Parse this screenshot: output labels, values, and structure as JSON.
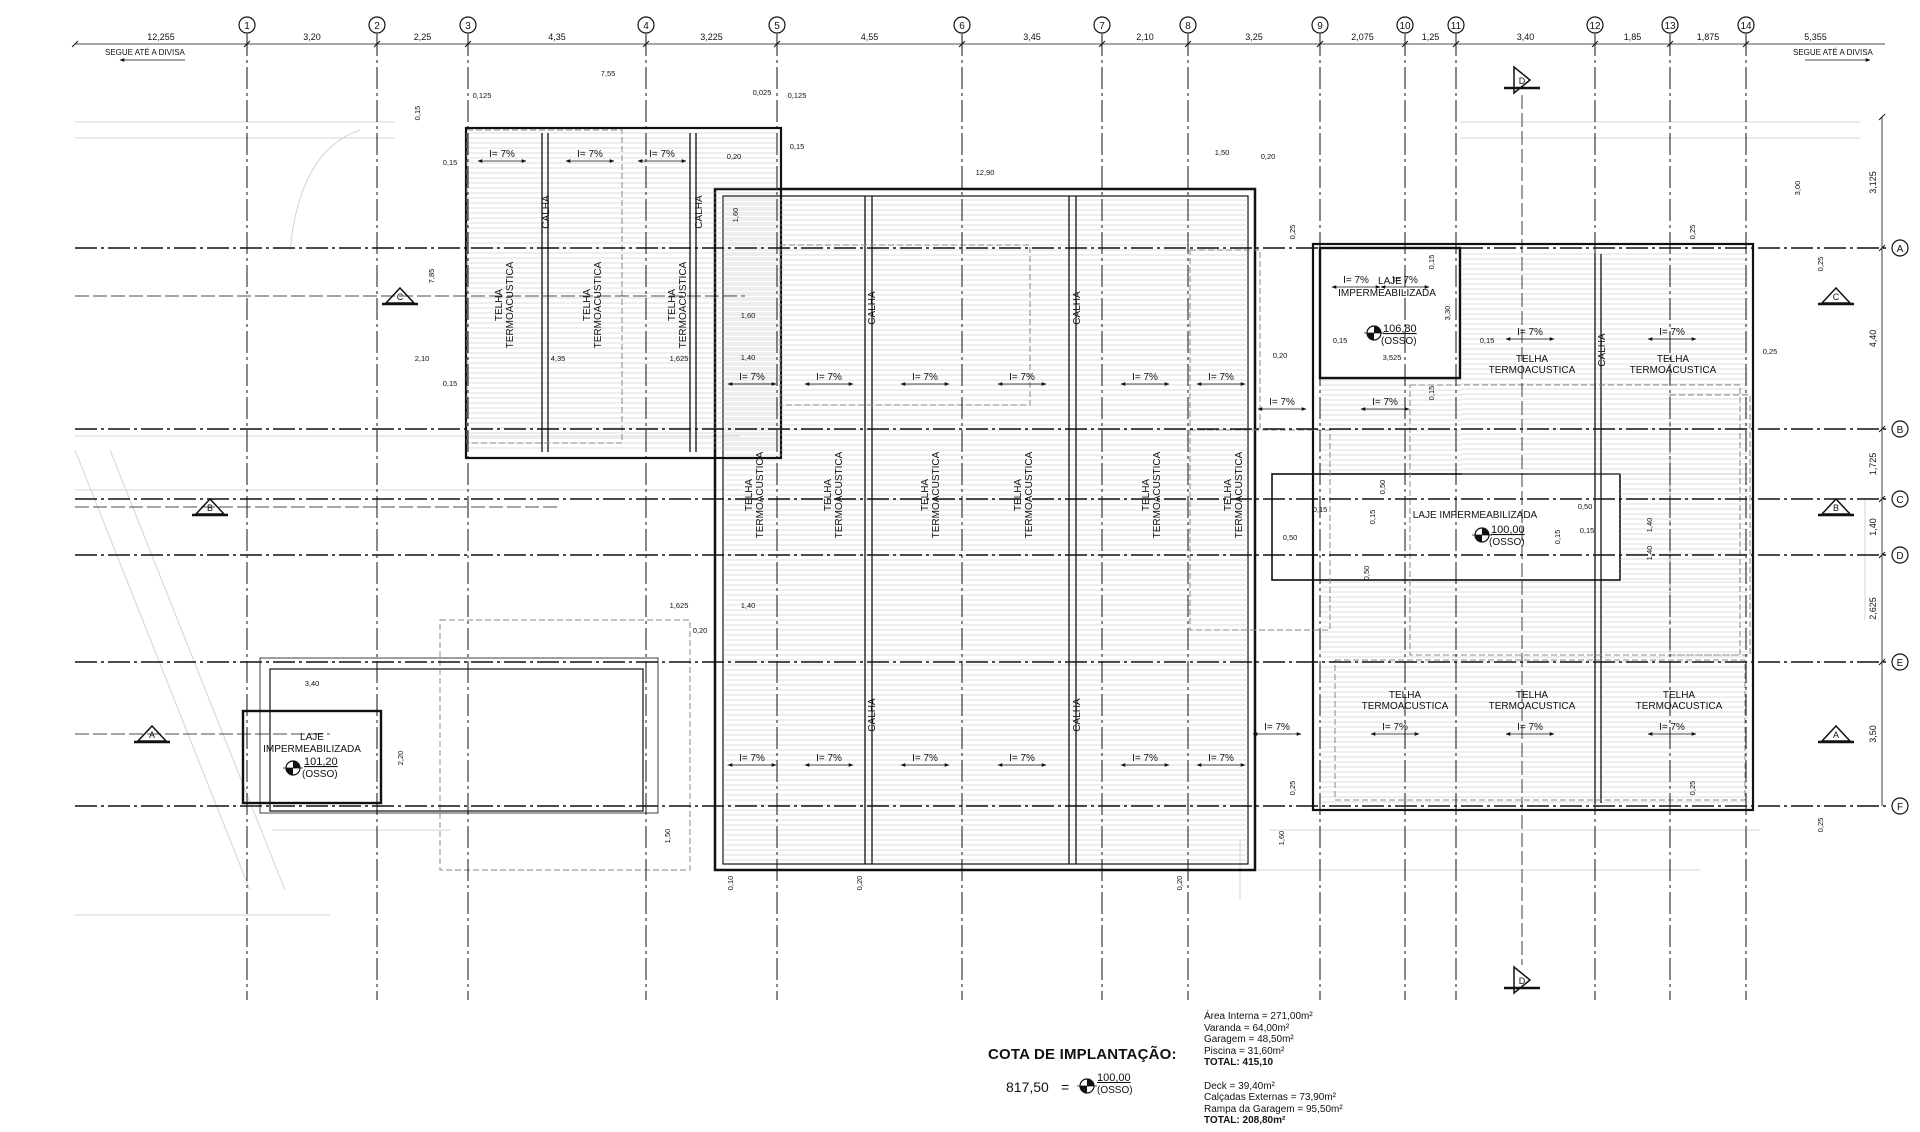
{
  "grid": {
    "columns": [
      "1",
      "2",
      "3",
      "4",
      "5",
      "6",
      "7",
      "8",
      "9",
      "10",
      "11",
      "12",
      "13",
      "14"
    ],
    "rows": [
      "A",
      "B",
      "C",
      "D",
      "E",
      "F"
    ],
    "column_dimensions": [
      "12,255",
      "3,20",
      "2,25",
      "4,35",
      "3,225",
      "4,55",
      "3,45",
      "2,10",
      "3,25",
      "2,075",
      "1,25",
      "3,40",
      "1,85",
      "1,875",
      "5,355"
    ],
    "row_dimensions": [
      "3,125",
      "4,40",
      "1,725",
      "1,40",
      "2,625",
      "3,50"
    ]
  },
  "notes": {
    "left_divisa": "SEGUE ATÉ A DIVISA",
    "right_divisa": "SEGUE ATÉ A DIVISA"
  },
  "section_markers": [
    "A",
    "B",
    "C",
    "D"
  ],
  "labels": {
    "telha": "TELHA",
    "termoacustica": "TERMOACUSTICA",
    "calha": "CALHA",
    "slope": "I= 7%",
    "laje": "LAJE",
    "impermeabilizada": "IMPERMEABILIZADA",
    "laje_impermeabilizada": "LAJE IMPERMEABILIZADA",
    "osso": "(OSSO)"
  },
  "levels": {
    "laje_top": "106,80",
    "laje_center": "100,00",
    "laje_left": "101,20"
  },
  "dimensions": {
    "d_755": "7,55",
    "d_0125a": "0,125",
    "d_0025": "0,025",
    "d_0125b": "0,125",
    "d_015a": "0,15",
    "d_015b": "0,15",
    "d_015c": "0,15",
    "d_015d": "0,15",
    "d_020a": "0,20",
    "d_1290": "12,90",
    "d_150": "1,50",
    "d_020b": "0,20",
    "d_785": "7,85",
    "d_160a": "1,60",
    "d_160b": "1,60",
    "d_140a": "1,40",
    "d_210": "2,10",
    "d_435": "4,35",
    "d_1625a": "1,625",
    "d_1625b": "1,625",
    "d_140b": "1,40",
    "d_020c": "0,20",
    "d_340": "3,40",
    "d_220": "2,20",
    "d_150b": "1,50",
    "d_010": "0,10",
    "d_020d": "0,20",
    "d_020e": "0,20",
    "d_160c": "1,60",
    "d_025a": "0,25",
    "d_025b": "0,25",
    "d_025c": "0,25",
    "d_025d": "0,25",
    "d_025e": "0,25",
    "d_025f": "0,25",
    "d_025g": "0,25",
    "d_300": "3,00",
    "d_3525": "3,525",
    "d_015e": "0,15",
    "d_015f": "0,15",
    "d_015g": "0,15",
    "d_015h": "0,15",
    "d_330": "3,30",
    "d_050a": "0,50",
    "d_050b": "0,50",
    "d_050c": "0,50",
    "d_050d": "0,50",
    "d_015i": "0,15",
    "d_015j": "0,15",
    "d_015k": "0,15",
    "d_015l": "0,15",
    "d_020f": "0,20",
    "d_140c": "1,40",
    "d_140d": "1,40"
  },
  "cota": {
    "title": "COTA DE IMPLANTAÇÃO:",
    "value": "817,50",
    "equals": "=",
    "level": "100,00",
    "osso": "(OSSO)"
  },
  "areas": {
    "group1": [
      "Área Interna = 271,00m²",
      "Varanda = 64,00m²",
      "Garagem = 48,50m²",
      "Piscina = 31,60m²"
    ],
    "total1": "TOTAL: 415,10",
    "group2": [
      "Deck = 39,40m²",
      "Calçadas Externas = 73,90m²",
      "Rampa da Garagem = 95,50m²"
    ],
    "total2": "TOTAL: 208,80m²"
  }
}
